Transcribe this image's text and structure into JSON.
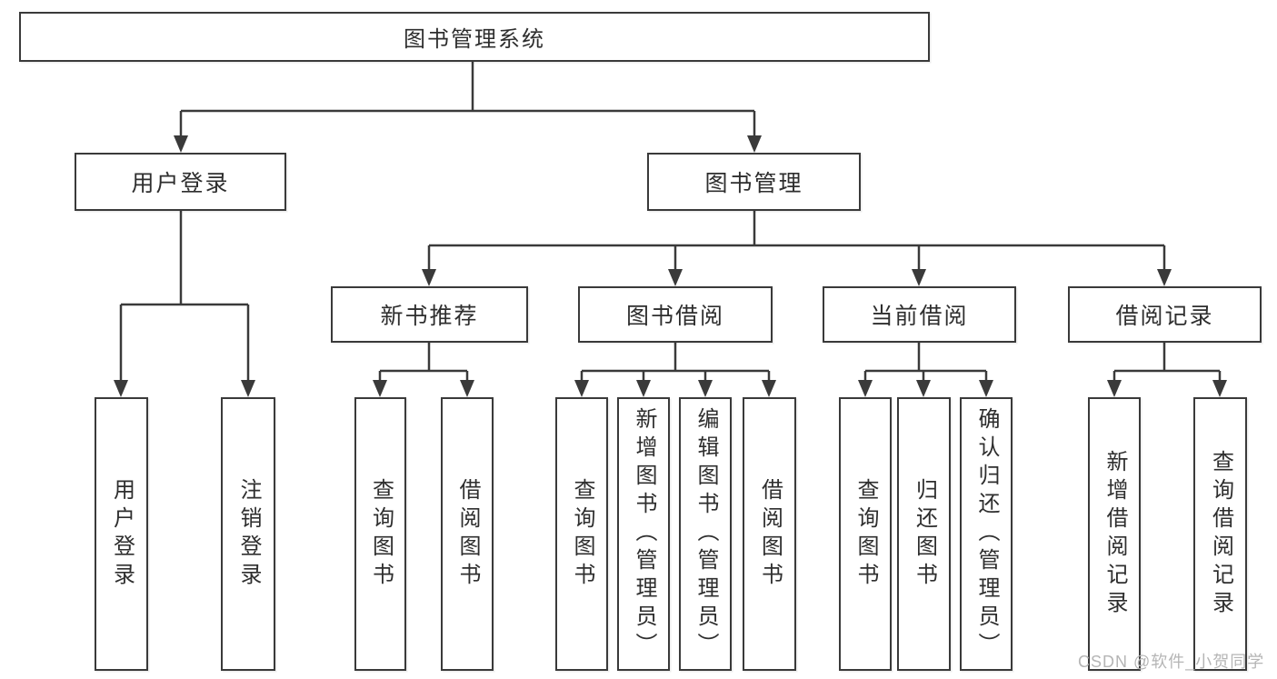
{
  "colors": {
    "line": "#3a3a3a",
    "text": "#2e2e2e",
    "background": "#ffffff",
    "watermark": "#b5b5b5"
  },
  "watermark": "CSDN @软件_小贺同学",
  "tree": {
    "root": {
      "label": "图书管理系统"
    },
    "branches": [
      {
        "label": "用户登录",
        "leaves": [
          "用户登录",
          "注销登录"
        ]
      },
      {
        "label": "图书管理",
        "children": [
          {
            "label": "新书推荐",
            "leaves": [
              "查询图书",
              "借阅图书"
            ]
          },
          {
            "label": "图书借阅",
            "leaves": [
              "查询图书",
              "新增图书（管理员）",
              "编辑图书（管理员）",
              "借阅图书"
            ]
          },
          {
            "label": "当前借阅",
            "leaves": [
              "查询图书",
              "归还图书",
              "确认归还（管理员）"
            ]
          },
          {
            "label": "借阅记录",
            "leaves": [
              "新增借阅记录",
              "查询借阅记录"
            ]
          }
        ]
      }
    ]
  }
}
